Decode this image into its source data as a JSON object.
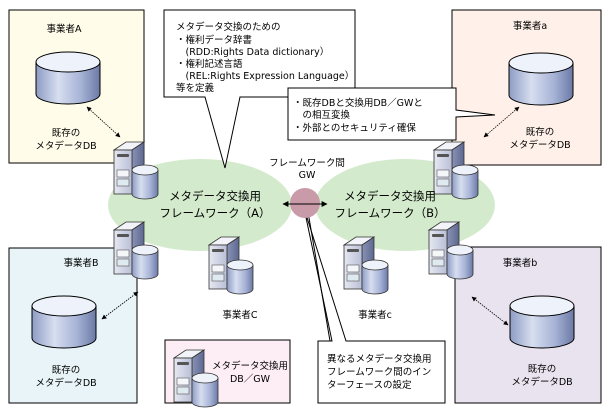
{
  "diagram": {
    "operators": {
      "A": {
        "name": "事業者A",
        "db_label_line1": "既存の",
        "db_label_line2": "メタデータDB",
        "bg": "#fffcea"
      },
      "a": {
        "name": "事業者a",
        "db_label_line1": "既存の",
        "db_label_line2": "メタデータDB",
        "bg": "#fff1e9"
      },
      "B": {
        "name": "事業者B",
        "db_label_line1": "既存の",
        "db_label_line2": "メタデータDB",
        "bg": "#e8f4f8"
      },
      "b": {
        "name": "事業者b",
        "db_label_line1": "既存の",
        "db_label_line2": "メタデータDB",
        "bg": "#e9e3ef"
      },
      "C": {
        "name": "事業者C"
      },
      "c": {
        "name": "事業者c"
      }
    },
    "frameworks": {
      "A": {
        "line1": "メタデータ交換用",
        "line2": "フレームワーク（A）"
      },
      "B": {
        "line1": "メタデータ交換用",
        "line2": "フレームワーク（B）"
      },
      "color": "#d3ebcc"
    },
    "gateway": {
      "line1": "フレームワーク間",
      "line2": "GW",
      "color": "#c99aa8"
    },
    "callouts": {
      "definitions": {
        "lines": [
          "メタデータ交換のための",
          "・権利データ辞書",
          "　(RDD:Rights Data dictionary）",
          "・権利記述言語",
          "　(REL:Rights Expression Language）",
          "等を定義"
        ]
      },
      "conversion": {
        "lines": [
          "・既存DBと交換用DB／GWと",
          "　の相互変換",
          "・外部とのセキュリティ確保"
        ]
      },
      "interface": {
        "lines": [
          "異なるメタデータ交換用",
          "フレームワーク間のイン",
          "ターフェースの設定"
        ]
      }
    },
    "legend": {
      "line1": "メタデータ交換用",
      "line2": "DB／GW",
      "bg": "#fdeef5"
    }
  }
}
